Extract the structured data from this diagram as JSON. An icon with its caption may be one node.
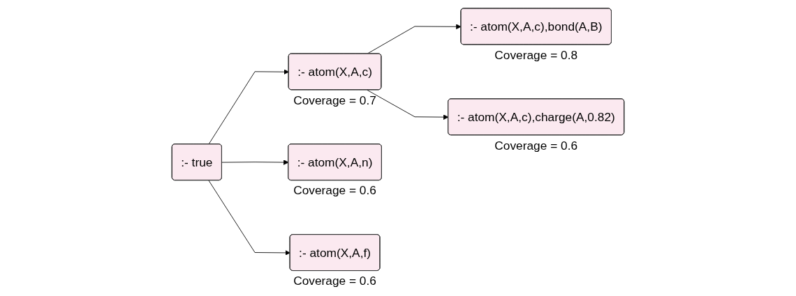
{
  "diagram": {
    "nodes": [
      {
        "text": [
          ":- true"
        ]
      },
      {
        "text": [
          ":- atom(X,A,c)"
        ],
        "beside": [
          "Coverage = 0.7"
        ]
      },
      {
        "text": [
          ":- atom(X,A,n)"
        ],
        "beside": [
          "Coverage = 0.6"
        ]
      },
      {
        "text": [
          ":- atom(X,A,f)"
        ],
        "beside": [
          "Coverage = 0.6"
        ]
      },
      {
        "text": [
          ":- atom(X,A,c),bond(A,B)"
        ],
        "beside": [
          "Coverage = 0.8"
        ]
      },
      {
        "text": [
          ":- atom(X,A,c),charge(A,0.82)"
        ],
        "beside": [
          "Coverage = 0.6"
        ]
      }
    ],
    "edges": [
      {
        "from": 0,
        "to": 1,
        "arrow": "to"
      },
      {
        "from": 0,
        "to": 2,
        "arrow": "to"
      },
      {
        "from": 0,
        "to": 3,
        "arrow": "to"
      },
      {
        "from": 1,
        "to": 4,
        "arrow": "to"
      },
      {
        "from": 1,
        "to": 5,
        "arrow": "to"
      }
    ]
  }
}
